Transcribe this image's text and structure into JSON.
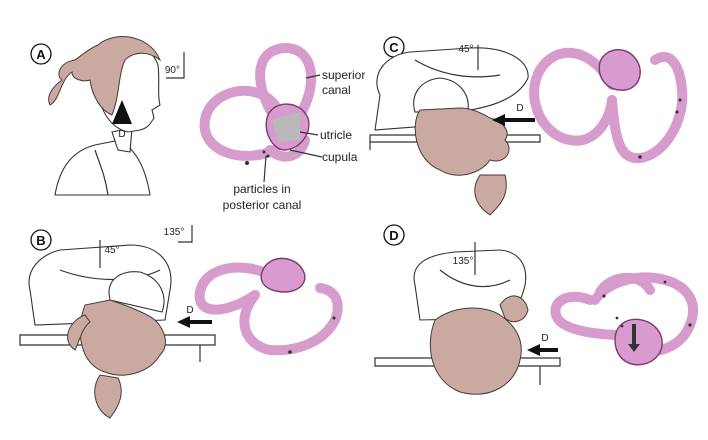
{
  "panels": {
    "a": {
      "letter": "A",
      "angle": "90°",
      "arrow_label": "D"
    },
    "b": {
      "letter": "B",
      "angle_head": "45°",
      "angle_table": "135°",
      "arrow_label": "D"
    },
    "c": {
      "letter": "C",
      "angle": "45°",
      "arrow_label": "D"
    },
    "d": {
      "letter": "D",
      "angle": "135°",
      "arrow_label": "D"
    }
  },
  "labels": {
    "superior_canal_1": "superior",
    "superior_canal_2": "canal",
    "utricle": "utricle",
    "cupula": "cupula",
    "particles_1": "particles in",
    "particles_2": "posterior canal"
  },
  "colors": {
    "canal_fill": "#d69ccb",
    "canal_outline": "#7a3b6a",
    "hair": "#c9a9a0",
    "utricle_gray": "#b9b9b9"
  }
}
